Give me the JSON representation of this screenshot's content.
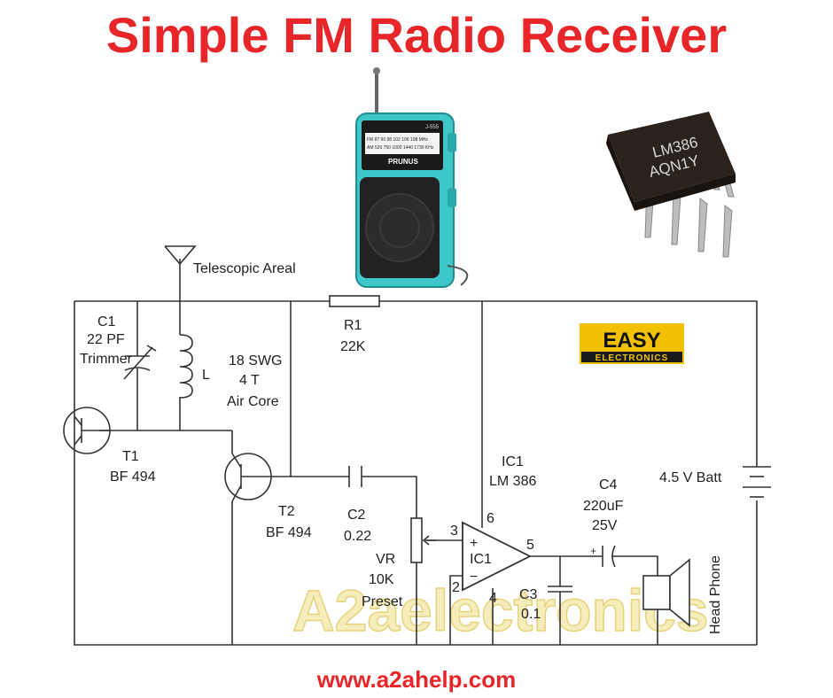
{
  "title": "Simple FM Radio Receiver",
  "footer_url": "www.a2ahelp.com",
  "watermark": "A2aelectronics",
  "badge": {
    "top": "EASY",
    "bottom": "ELECTRONICS"
  },
  "radio": {
    "brand": "PRUNUS",
    "model": "J-555",
    "fm_scale": "FM 87  90   98  102 106  108 MHz",
    "am_scale": "AM 520  750 1000 1440 1730 KHz"
  },
  "chip": {
    "line1": "LM386",
    "line2": "AQN1Y"
  },
  "labels": {
    "antenna": "Telescopic Areal",
    "c1_name": "C1",
    "c1_value": "22 PF",
    "c1_type": "Trimmer",
    "inductor": "L",
    "coil_1": "18 SWG",
    "coil_2": "4 T",
    "coil_3": "Air Core",
    "t1_name": "T1",
    "t1_value": "BF 494",
    "t2_name": "T2",
    "t2_value": "BF 494",
    "r1_name": "R1",
    "r1_value": "22K",
    "c2_name": "C2",
    "c2_value": "0.22",
    "vr_name": "VR",
    "vr_value": "10K",
    "vr_type": "Preset",
    "ic_name": "IC1",
    "ic_value": "LM 386",
    "ic_inner": "IC1",
    "pin3": "3",
    "pin6": "6",
    "pin5": "5",
    "pin2": "2",
    "pin4": "4",
    "plus": "+",
    "minus": "−",
    "c3_name": "C3",
    "c3_value": "0.1",
    "c4_name": "C4",
    "c4_value": "220uF",
    "c4_voltage": "25V",
    "battery": "4.5 V Batt",
    "headphone": "Head Phone"
  },
  "colors": {
    "title": "#e8262a",
    "badge_bg": "#f2c200",
    "radio_body": "#3ec7c9",
    "chip": "#2a221c"
  }
}
